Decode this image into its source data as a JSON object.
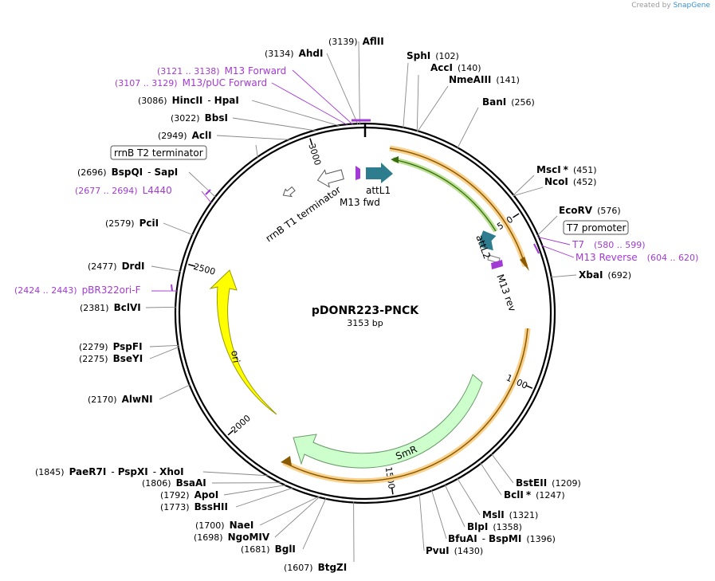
{
  "brand": {
    "created_by": "Created by",
    "app": "SnapGene"
  },
  "plasmid": {
    "name": "pDONR223-PNCK",
    "length_label": "3153 bp",
    "length": 3153
  },
  "sites": [
    {
      "name": "AflII",
      "pos": "(3139)"
    },
    {
      "name": "AhdI",
      "pos": "(3134)"
    },
    {
      "name": "HincII",
      "name2": "HpaI",
      "pos": "(3086)"
    },
    {
      "name": "BbsI",
      "pos": "(3022)"
    },
    {
      "name": "AclI",
      "pos": "(2949)"
    },
    {
      "name": "BspQI",
      "name2": "SapI",
      "pos": "(2696)"
    },
    {
      "name": "PciI",
      "pos": "(2579)"
    },
    {
      "name": "DrdI",
      "pos": "(2477)"
    },
    {
      "name": "BclVI",
      "pos": "(2381)"
    },
    {
      "name": "PspFI",
      "pos": "(2279)"
    },
    {
      "name": "BseYI",
      "pos": "(2275)"
    },
    {
      "name": "AlwNI",
      "pos": "(2170)"
    },
    {
      "name": "PaeR7I",
      "name2": "PspXI",
      "name3": "XhoI",
      "pos": "(1845)"
    },
    {
      "name": "BsaAI",
      "pos": "(1806)"
    },
    {
      "name": "ApoI",
      "pos": "(1792)"
    },
    {
      "name": "BssHII",
      "pos": "(1773)"
    },
    {
      "name": "NaeI",
      "pos": "(1700)"
    },
    {
      "name": "NgoMIV",
      "pos": "(1698)"
    },
    {
      "name": "BglI",
      "pos": "(1681)"
    },
    {
      "name": "BtgZI",
      "pos": "(1607)"
    },
    {
      "name": "SphI",
      "pos": "(102)"
    },
    {
      "name": "AccI",
      "pos": "(140)"
    },
    {
      "name": "NmeAIII",
      "pos": "(141)"
    },
    {
      "name": "BanI",
      "pos": "(256)"
    },
    {
      "name": "MscI",
      "star": "*",
      "pos": "(451)"
    },
    {
      "name": "NcoI",
      "pos": "(452)"
    },
    {
      "name": "EcoRV",
      "pos": "(576)"
    },
    {
      "name": "XbaI",
      "pos": "(692)"
    },
    {
      "name": "BstEII",
      "pos": "(1209)"
    },
    {
      "name": "BclI",
      "star": "*",
      "pos": "(1247)"
    },
    {
      "name": "MslI",
      "pos": "(1321)"
    },
    {
      "name": "BlpI",
      "pos": "(1358)"
    },
    {
      "name": "BfuAI",
      "name2": "BspMI",
      "pos": "(1396)"
    },
    {
      "name": "PvuI",
      "pos": "(1430)"
    }
  ],
  "primers": [
    {
      "range": "(3121 .. 3138)",
      "name": "M13 Forward"
    },
    {
      "range": "(3107 .. 3129)",
      "name": "M13/pUC Forward"
    },
    {
      "range": "(2677 .. 2694)",
      "name": "L4440"
    },
    {
      "range": "(2424 .. 2443)",
      "name": "pBR322ori-F"
    },
    {
      "name": "T7",
      "range": "(580 .. 599)"
    },
    {
      "name": "M13 Reverse",
      "range": "(604 .. 620)"
    }
  ],
  "features": {
    "rrnB_T2": "rrnB T2 terminator",
    "T7_promoter": "T7 promoter",
    "rrnB_T1": "rrnB T1 terminator",
    "attL1": "attL1",
    "M13_fwd": "M13 fwd",
    "attL2": "attL2",
    "M13_rev": "M13 rev",
    "ori": "ori",
    "SmR": "SmR"
  },
  "ticks": [
    "500",
    "1000",
    "1500",
    "2000",
    "2500",
    "3000"
  ],
  "colors": {
    "ori": "#ffff00",
    "SmR": "#ccffcc",
    "orange": "#f7b733",
    "green": "#7ac143",
    "teal": "#2e7d8e",
    "primer": "#a43ad6"
  }
}
